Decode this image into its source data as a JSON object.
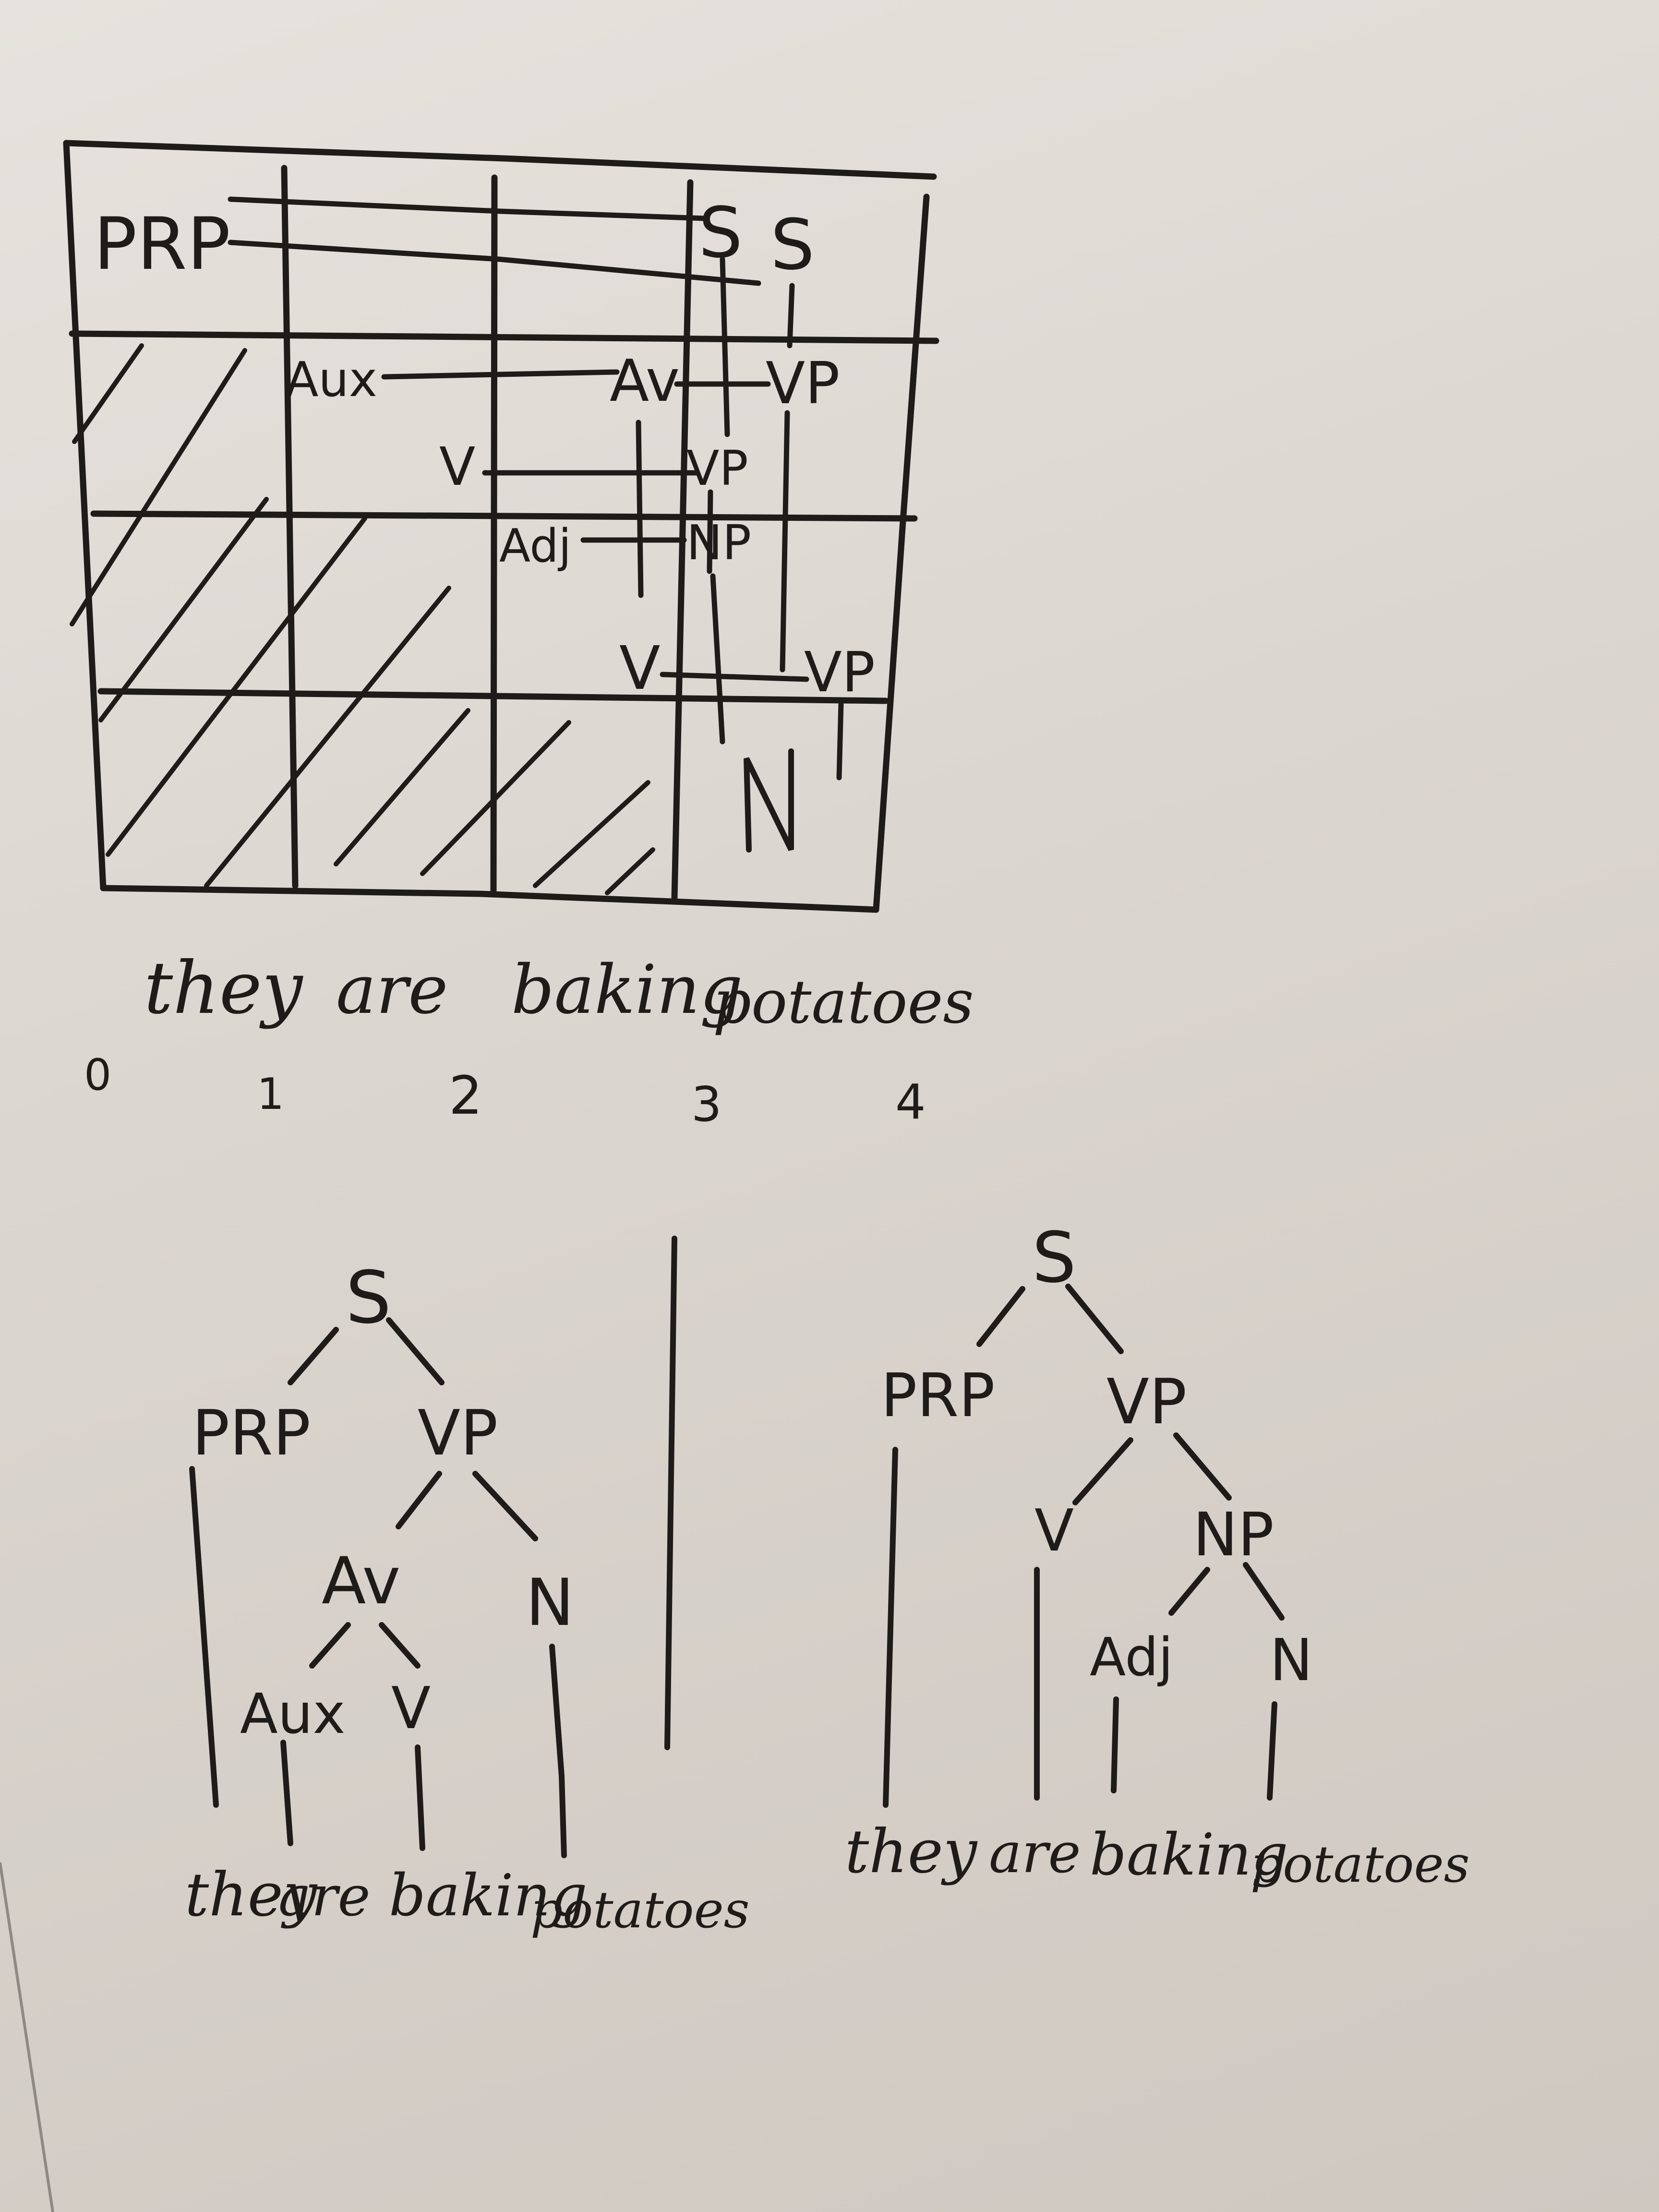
{
  "chart_table": {
    "row0": {
      "prp": "PRP",
      "s1": "S",
      "s2": "S"
    },
    "row1": {
      "aux": "Aux",
      "av": "Av",
      "vp": "VP"
    },
    "row1b": {
      "v": "V",
      "vp": "VP"
    },
    "row2": {
      "adj": "Adj",
      "np": "NP",
      "v": "V",
      "vp": "VP"
    },
    "row3": {
      "n": "N"
    }
  },
  "sentence": {
    "words": [
      "they",
      "are",
      "baking",
      "potatoes"
    ],
    "indices": [
      "0",
      "1",
      "2",
      "3",
      "4"
    ]
  },
  "tree_left": {
    "s": "S",
    "prp": "PRP",
    "vp": "VP",
    "av": "Av",
    "n": "N",
    "aux": "Aux",
    "v": "V",
    "words": [
      "they",
      "are",
      "baking",
      "potatoes"
    ]
  },
  "tree_right": {
    "s": "S",
    "prp": "PRP",
    "vp": "VP",
    "v": "V",
    "np": "NP",
    "adj": "Adj",
    "n": "N",
    "words": [
      "they",
      "are",
      "baking",
      "potatoes"
    ]
  },
  "colors": {
    "marker": "#1e1b19",
    "board": "#ddd7d1"
  }
}
